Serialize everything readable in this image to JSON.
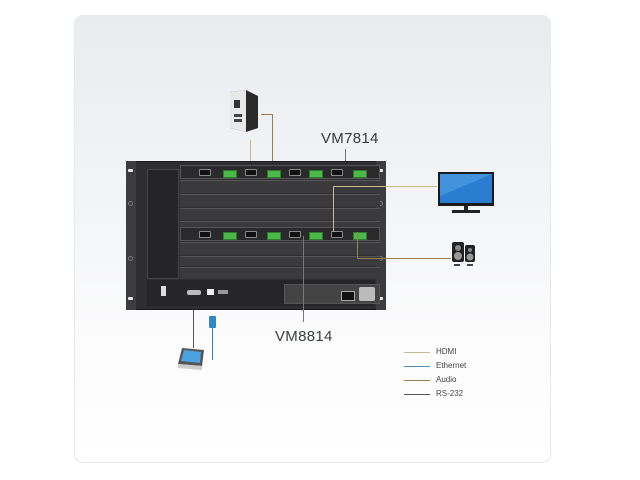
{
  "diagram": {
    "type": "connection-diagram",
    "devices": {
      "chassis_top_card": "VM7814",
      "chassis_bottom_card": "VM8814",
      "source": "computer-tower",
      "display": "monitor",
      "audio": "speakers",
      "controller": "touch-panel",
      "network": "ethernet-cable"
    },
    "labels": {
      "top_label": "VM7814",
      "bottom_label": "VM8814"
    },
    "legend": [
      {
        "label": "HDMI",
        "color": "#c8b98e"
      },
      {
        "label": "Ethernet",
        "color": "#4a8fc0"
      },
      {
        "label": "Audio",
        "color": "#9a7f50"
      },
      {
        "label": "RS-232",
        "color": "#555555"
      }
    ],
    "colors": {
      "hdmi": "#c8b98e",
      "audio": "#9a7f50",
      "ethernet": "#2f86c8",
      "rs232": "#555555",
      "chassis": "#2e2e30",
      "terminal": "#4db84a"
    }
  }
}
